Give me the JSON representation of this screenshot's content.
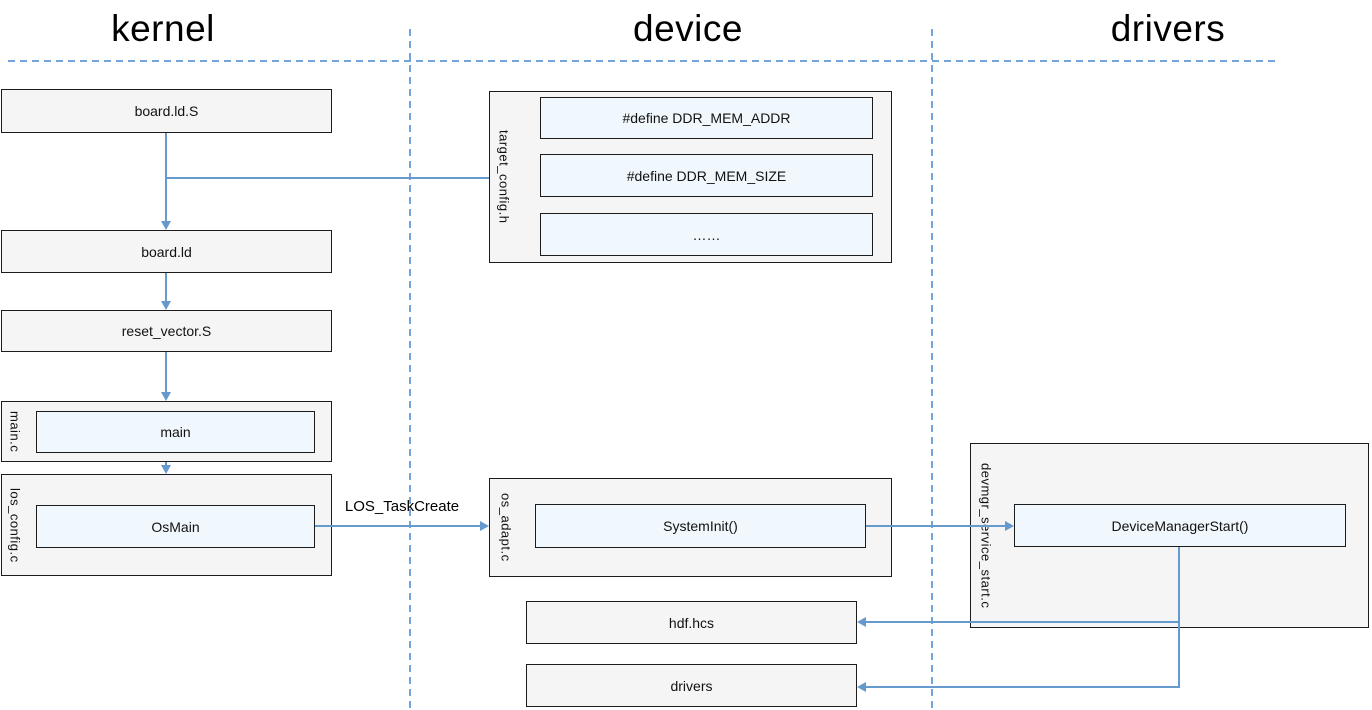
{
  "diagram": {
    "columns": [
      {
        "label": "kernel"
      },
      {
        "label": "device"
      },
      {
        "label": "drivers"
      }
    ],
    "kernel": {
      "board_ld_s": "board.ld.S",
      "board_ld": "board.ld",
      "reset_vector": "reset_vector.S",
      "main_file": {
        "label": "main.c",
        "function": "main"
      },
      "los_config_file": {
        "label": "los_config.c",
        "function": "OsMain"
      }
    },
    "device": {
      "target_config_file": {
        "label": "target_config.h",
        "defines": [
          "#define DDR_MEM_ADDR",
          "#define DDR_MEM_SIZE",
          "……"
        ]
      },
      "os_adapt_file": {
        "label": "os_adapt.c",
        "function": "SystemInit()"
      },
      "hdf_hcs": "hdf.hcs",
      "drivers": "drivers"
    },
    "drivers": {
      "devmgr_file": {
        "label": "devmgr_service_start.c",
        "function": "DeviceManagerStart()"
      }
    },
    "edge_labels": {
      "los_taskcreate": "LOS_TaskCreate"
    }
  },
  "colors": {
    "connector": "#6699cc",
    "dashed_divider": "#74a4d9",
    "node_fill": "#f5f5f5",
    "function_fill": "#f1f8fd",
    "node_border": "#1c1c1c"
  }
}
